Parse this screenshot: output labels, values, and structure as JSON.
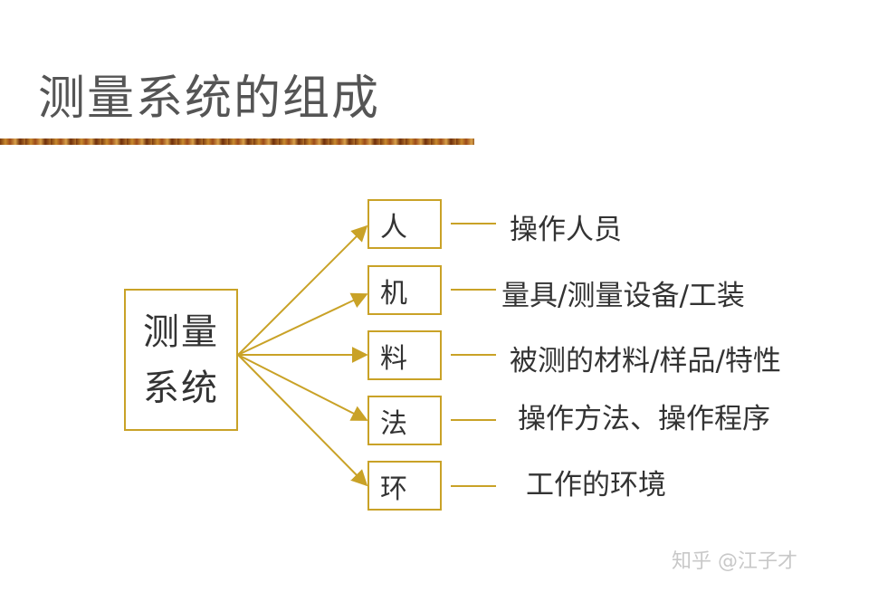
{
  "title": "测量系统的组成",
  "center": {
    "line1": "测量",
    "line2": "系统"
  },
  "nodes": [
    {
      "label": "人",
      "desc": "操作人员"
    },
    {
      "label": "机",
      "desc": "量具/测量设备/工装"
    },
    {
      "label": "料",
      "desc": "被测的材料/样品/特性"
    },
    {
      "label": "法",
      "desc": "操作方法、操作程序"
    },
    {
      "label": "环",
      "desc": "工作的环境"
    }
  ],
  "watermark": "知乎 @江子才",
  "colors": {
    "accent": "#c9a227",
    "title": "#555555",
    "text": "#333333"
  }
}
